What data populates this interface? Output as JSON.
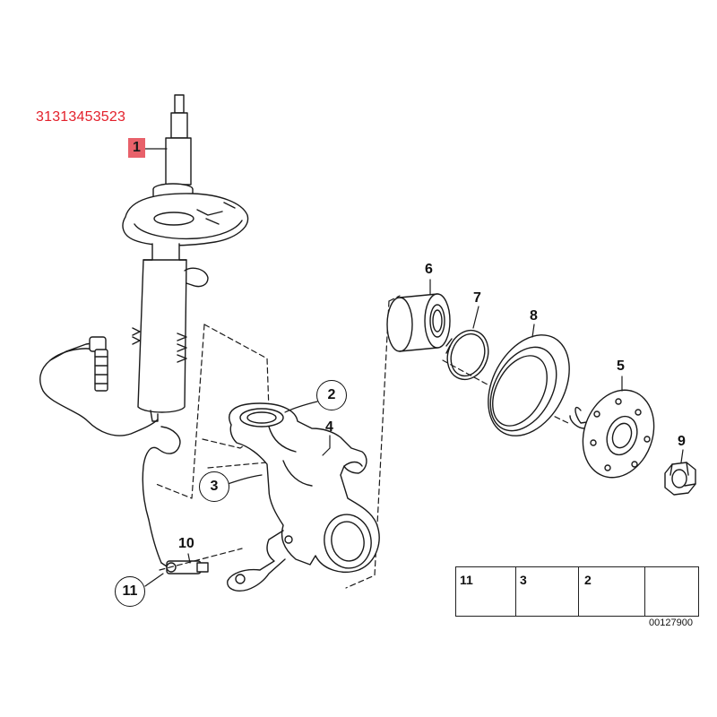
{
  "part_number": "31313453523",
  "callouts": {
    "c1": "1",
    "c2": "2",
    "c3": "3",
    "c4": "4",
    "c5": "5",
    "c6": "6",
    "c7": "7",
    "c8": "8",
    "c9": "9",
    "c10": "10",
    "c11": "11"
  },
  "legend": {
    "item_a": "11",
    "item_b": "3",
    "item_c": "2"
  },
  "diagram_code": "00127900",
  "colors": {
    "highlight": "#e8616a",
    "part_number_text": "#e3202b",
    "line": "#1a1a1a"
  }
}
